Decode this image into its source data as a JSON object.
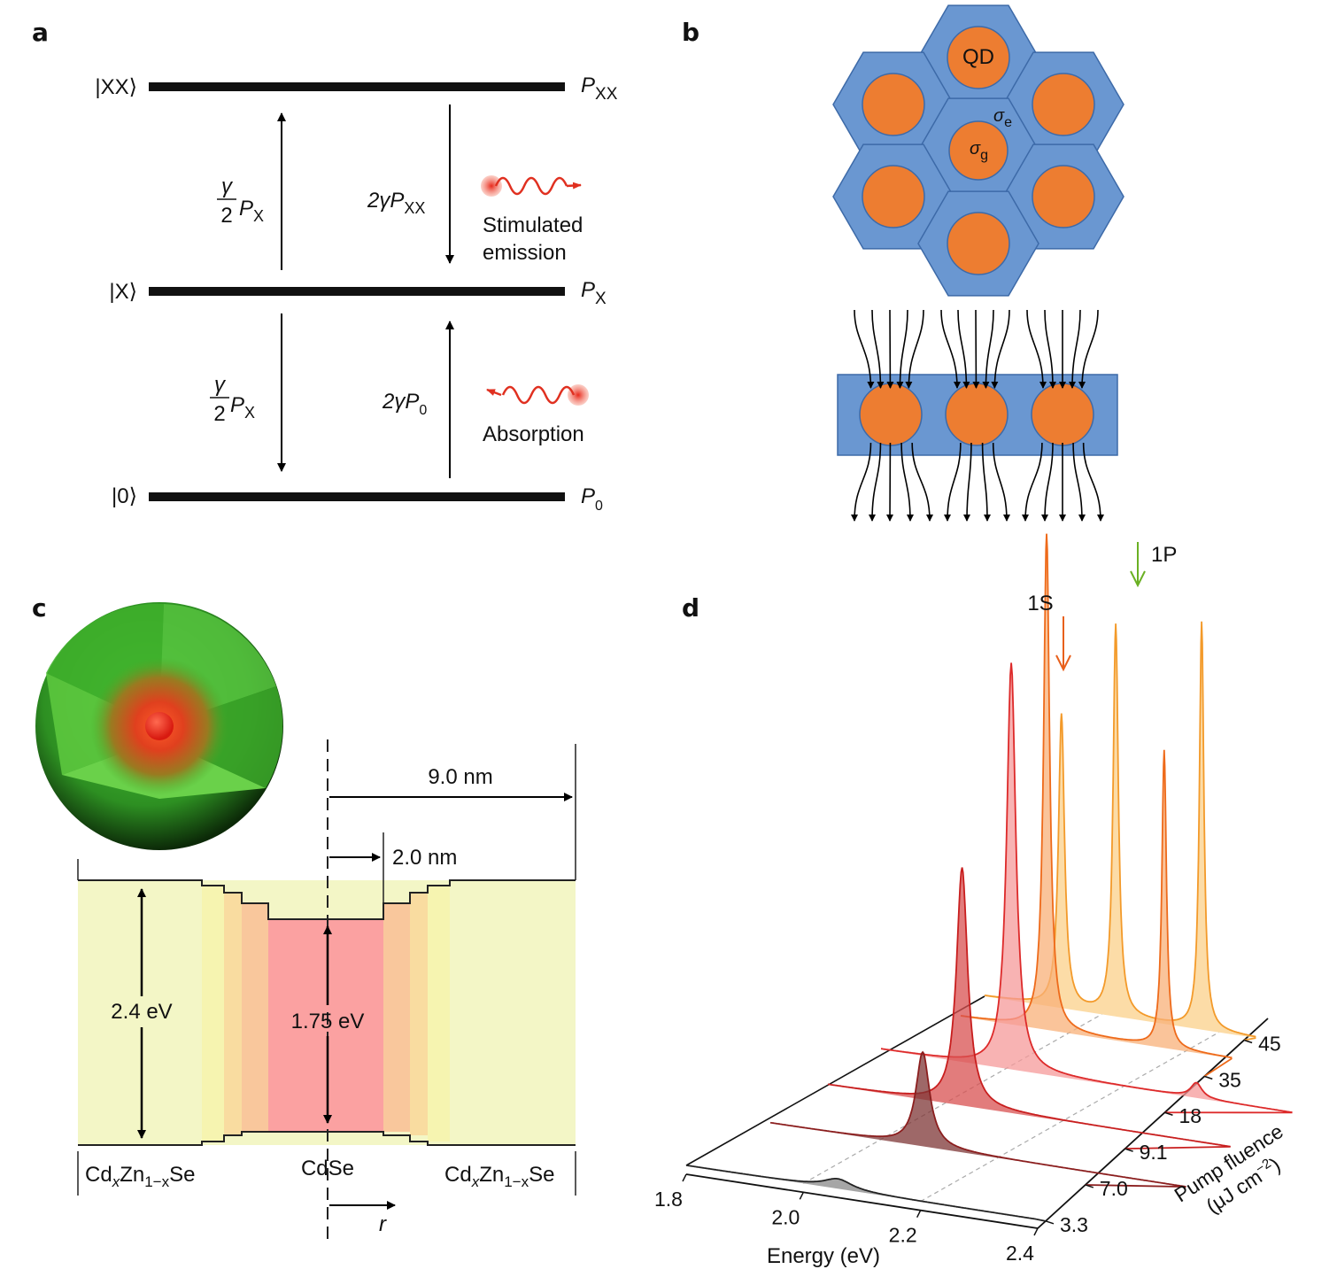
{
  "figure": {
    "panel_a": {
      "label": "a",
      "levels": {
        "xx": {
          "ket": "|XX⟩",
          "pop": "P",
          "pop_sub": "XX"
        },
        "x": {
          "ket": "|X⟩",
          "pop": "P",
          "pop_sub": "X"
        },
        "zero": {
          "ket": "|0⟩",
          "pop": "P",
          "pop_sub": "0"
        }
      },
      "rates": {
        "up_x_to_xx": {
          "num": "γ",
          "den": "2",
          "p": "P",
          "sub": "X"
        },
        "down_xx_to_x": {
          "pre": "2γ",
          "p": "P",
          "sub": "XX"
        },
        "down_x_to_0": {
          "num": "γ",
          "den": "2",
          "p": "P",
          "sub": "X"
        },
        "up_0_to_x": {
          "pre": "2γ",
          "p": "P",
          "sub": "0"
        }
      },
      "processes": {
        "stimulated_1": "Stimulated",
        "stimulated_2": "emission",
        "absorption": "Absorption"
      }
    },
    "panel_b": {
      "label": "b",
      "qd_label": "QD",
      "sigma_e": "σ",
      "sigma_e_sub": "e",
      "sigma_g": "σ",
      "sigma_g_sub": "g",
      "colors": {
        "matrix": "#6a97d1",
        "dot": "#ed7d31",
        "edge": "#3d6aa8"
      }
    },
    "panel_c": {
      "label": "c",
      "dim_outer": "9.0 nm",
      "dim_core": "2.0 nm",
      "gap_shell": "2.4 eV",
      "gap_core": "1.75 eV",
      "left_material": {
        "a": "Cd",
        "x": "x",
        "b": "Zn",
        "sub": "1−x",
        "c": "Se"
      },
      "core_material": "CdSe",
      "right_material": {
        "a": "Cd",
        "x": "x",
        "b": "Zn",
        "sub": "1−x",
        "c": "Se"
      },
      "axis_r": "r"
    },
    "panel_d": {
      "label": "d",
      "marker_1S": "1S",
      "marker_1P": "1P",
      "colors": {
        "1S": "#e8601c",
        "1P": "#6ab023"
      }
    }
  },
  "chart_data": {
    "type": "line",
    "title": "",
    "xlabel": "Energy (eV)",
    "zlabel_1": "Pump fluence",
    "zlabel_2": "(μJ cm",
    "zlabel_sup": "−2",
    "zlabel_end": ")",
    "x_ticks": [
      "1.8",
      "2.0",
      "2.2",
      "2.4"
    ],
    "xlim": [
      1.8,
      2.4
    ],
    "fluence_ticks": [
      "3.3",
      "7.0",
      "9.1",
      "18",
      "35",
      "45"
    ],
    "series": [
      {
        "name": "3.3",
        "color": "#222222",
        "fill": "#888888",
        "peaks": [
          {
            "x": 2.06,
            "height": 0.02,
            "width": 0.03
          }
        ]
      },
      {
        "name": "7.0",
        "color": "#8b1e1e",
        "fill": "#7d3535",
        "peaks": [
          {
            "x": 2.02,
            "height": 0.19,
            "width": 0.012
          }
        ]
      },
      {
        "name": "9.1",
        "color": "#c81e1e",
        "fill": "#d85050",
        "peaks": [
          {
            "x": 2.0,
            "height": 0.48,
            "width": 0.01
          }
        ]
      },
      {
        "name": "18",
        "color": "#dd2a2a",
        "fill": "#f59a9a",
        "peaks": [
          {
            "x": 1.99,
            "height": 0.82,
            "width": 0.008
          },
          {
            "x": 2.26,
            "height": 0.03,
            "width": 0.01
          }
        ]
      },
      {
        "name": "35",
        "color": "#ee6a1a",
        "fill": "#f8b078",
        "peaks": [
          {
            "x": 1.99,
            "height": 1.0,
            "width": 0.008
          },
          {
            "x": 2.25,
            "height": 0.6,
            "width": 0.006
          }
        ]
      },
      {
        "name": "45",
        "color": "#f39a2a",
        "fill": "#fbd08a",
        "peaks": [
          {
            "x": 1.97,
            "height": 0.72,
            "width": 0.008
          },
          {
            "x": 2.09,
            "height": 0.96,
            "width": 0.007
          },
          {
            "x": 2.28,
            "height": 1.0,
            "width": 0.006
          }
        ]
      }
    ]
  }
}
